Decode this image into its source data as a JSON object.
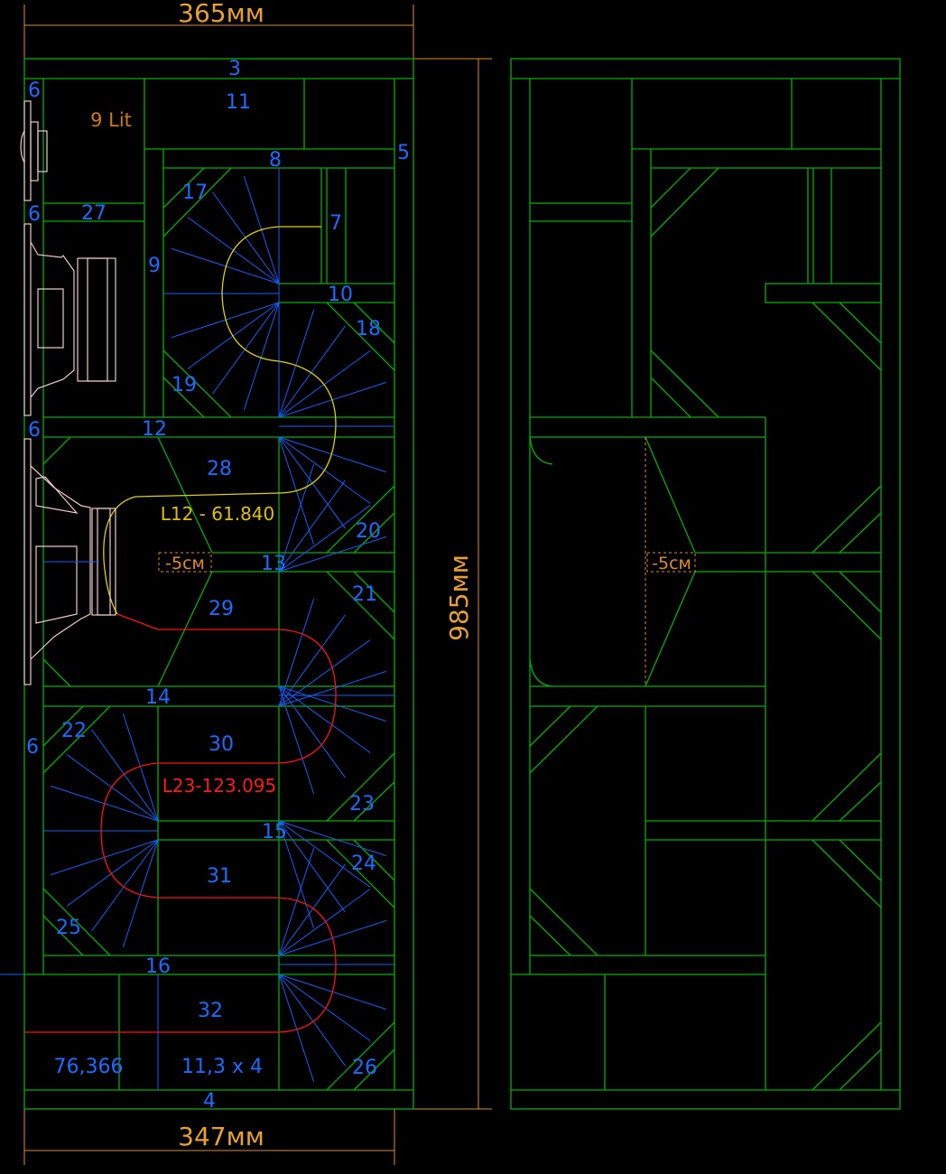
{
  "dimensions": {
    "top_width": "365мм",
    "bottom_width": "347мм",
    "height": "985мм"
  },
  "annotations": {
    "volume": "9 Lit",
    "path_yellow": "L12 - 61.840",
    "path_red": "L23-123.095",
    "offset_left": "-5см",
    "offset_right": "-5см",
    "area_value": "76,366",
    "port_size": "11,3 x 4"
  },
  "panel_labels": {
    "p3": "3",
    "p4": "4",
    "p5": "5",
    "p6a": "6",
    "p6b": "6",
    "p6c": "6",
    "p6d": "6",
    "p7": "7",
    "p8": "8",
    "p9": "9",
    "p10": "10",
    "p11": "11",
    "p12": "12",
    "p13": "13",
    "p14": "14",
    "p15": "15",
    "p16": "16",
    "p17": "17",
    "p18": "18",
    "p19": "19",
    "p20": "20",
    "p21": "21",
    "p22": "22",
    "p23": "23",
    "p24": "24",
    "p25": "25",
    "p26": "26",
    "p27": "27",
    "p28": "28",
    "p29": "29",
    "p30": "30",
    "p31": "31",
    "p32": "32"
  },
  "colors": {
    "panel": "#00b000",
    "label": "#1a6cff",
    "dimension": "#e8a030",
    "path_short": "#e0d000",
    "path_long": "#ff1010",
    "speaker": "#f0c8c8"
  }
}
